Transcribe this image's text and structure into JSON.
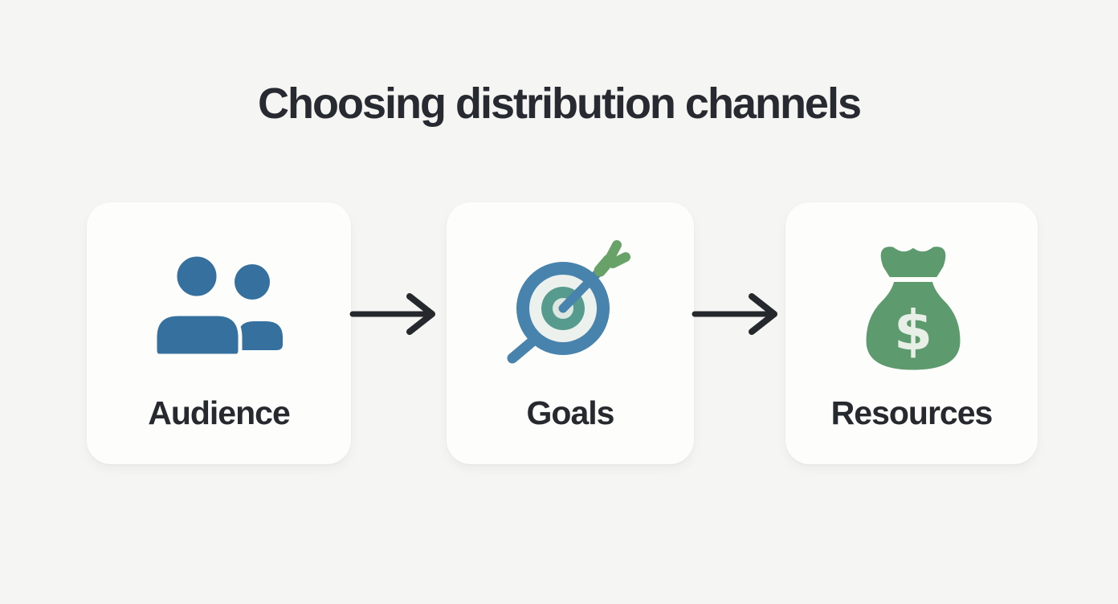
{
  "title": "Choosing distribution channels",
  "cards": [
    {
      "label": "Audience",
      "icon": "people-icon"
    },
    {
      "label": "Goals",
      "icon": "target-dart-icon"
    },
    {
      "label": "Resources",
      "icon": "money-bag-icon",
      "money_symbol": "$"
    }
  ],
  "connectors": [
    {
      "type": "arrow-right",
      "from": "Audience",
      "to": "Goals"
    },
    {
      "type": "arrow-right",
      "from": "Goals",
      "to": "Resources"
    }
  ],
  "colors": {
    "background": "#f5f5f3",
    "card": "#fdfdfc",
    "title_text": "#272a31",
    "label_text": "#26292e",
    "arrow": "#25282c",
    "people_blue": "#35709f",
    "target_blue": "#4783ac",
    "target_teal": "#579b8e",
    "target_ring_light": "#edf1ee",
    "target_inner_light": "#dde7e2",
    "fletching_green": "#68a269",
    "bag_green": "#5d9b6e",
    "dollar_light": "#e7efe6"
  }
}
